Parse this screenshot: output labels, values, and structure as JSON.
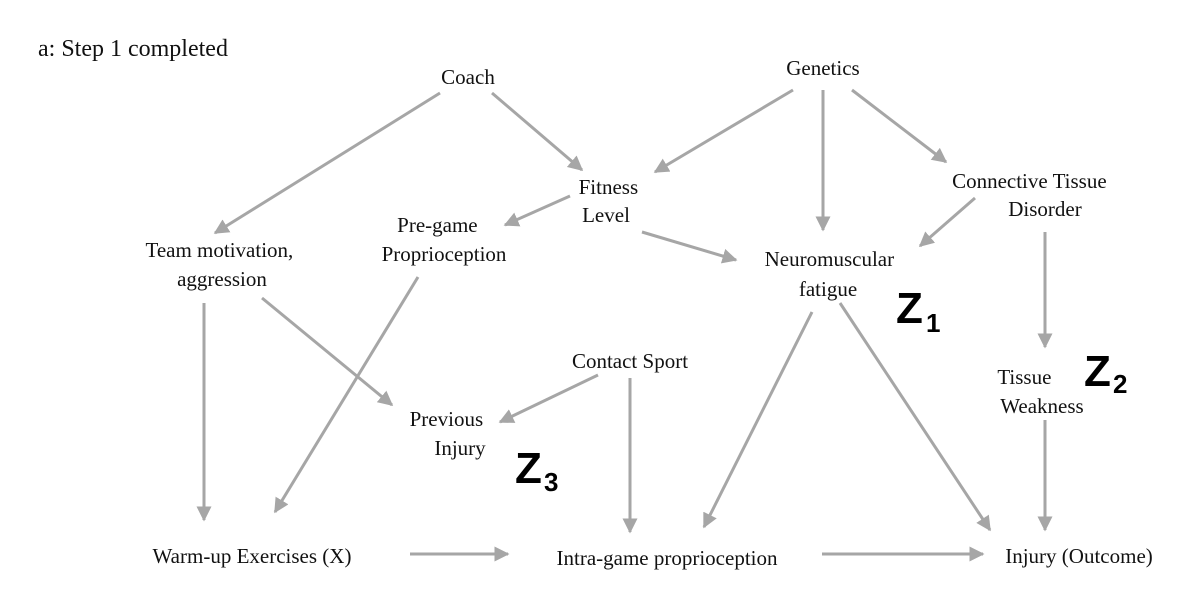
{
  "title": "a: Step 1 completed",
  "nodes": {
    "coach": "Coach",
    "genetics": "Genetics",
    "fitness_level": [
      "Fitness",
      "Level"
    ],
    "connective_tissue_disorder": [
      "Connective Tissue",
      "Disorder"
    ],
    "pregame_proprioception": [
      "Pre-game",
      "Proprioception"
    ],
    "team_motivation": [
      "Team motivation,",
      "aggression"
    ],
    "neuromuscular_fatigue": [
      "Neuromuscular",
      "fatigue"
    ],
    "contact_sport": "Contact Sport",
    "previous_injury": [
      "Previous",
      "Injury"
    ],
    "tissue_weakness": [
      "Tissue",
      "Weakness"
    ],
    "warmup_exercises": "Warm-up Exercises (X)",
    "intragame_proprioception": "Intra-game proprioception",
    "injury_outcome": "Injury (Outcome)"
  },
  "markers": {
    "z1": {
      "letter": "Z",
      "sub": "1"
    },
    "z2": {
      "letter": "Z",
      "sub": "2"
    },
    "z3": {
      "letter": "Z",
      "sub": "3"
    }
  },
  "edge_color": "#a6a6a6"
}
